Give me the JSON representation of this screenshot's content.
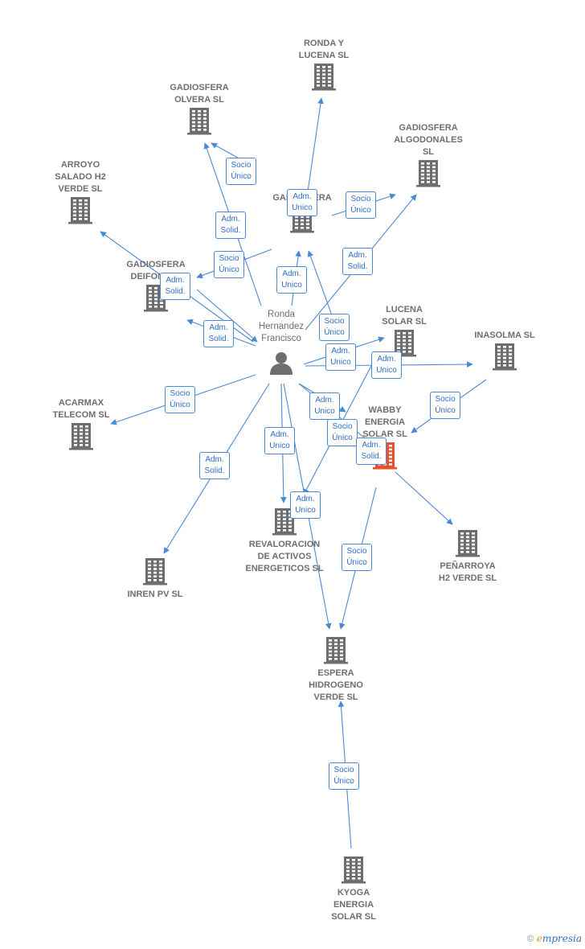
{
  "person": {
    "name": "Ronda\nHernandez\nFrancisco"
  },
  "companies": [
    {
      "id": "ronda_lucena",
      "label": "RONDA Y\nLUCENA SL",
      "highlight": false
    },
    {
      "id": "gadiosfera_olvera",
      "label": "GADIOSFERA\nOLVERA  SL",
      "highlight": false
    },
    {
      "id": "gadiosfera_algodonales",
      "label": "GADIOSFERA\nALGODONALES\nSL",
      "highlight": false
    },
    {
      "id": "arroyo_salado",
      "label": "ARROYO\nSALADO H2\nVERDE  SL",
      "highlight": false
    },
    {
      "id": "gadiosfera_mid",
      "label": "GADIOSFERA",
      "highlight": false
    },
    {
      "id": "gadiosfera_deifontes",
      "label": "GADIOSFERA\nDEIFONTES",
      "highlight": false
    },
    {
      "id": "lucena_solar",
      "label": "LUCENA\nSOLAR SL",
      "highlight": false
    },
    {
      "id": "inasolma",
      "label": "INASOLMA  SL",
      "highlight": false
    },
    {
      "id": "acarmax",
      "label": "ACARMAX\nTELECOM  SL",
      "highlight": false
    },
    {
      "id": "wabby",
      "label": "WABBY\nENERGIA\nSOLAR  SL",
      "highlight": true
    },
    {
      "id": "revaloracion",
      "label": "REVALORACION\nDE ACTIVOS\nENERGETICOS SL",
      "highlight": false
    },
    {
      "id": "penarroya",
      "label": "PEÑARROYA\nH2 VERDE  SL",
      "highlight": false
    },
    {
      "id": "inren",
      "label": "INREN PV  SL",
      "highlight": false
    },
    {
      "id": "espera",
      "label": "ESPERA\nHIDROGENO\nVERDE  SL",
      "highlight": false
    },
    {
      "id": "kyoga",
      "label": "KYOGA\nENERGIA\nSOLAR  SL",
      "highlight": false
    }
  ],
  "edge_labels": [
    "Socio\nÚnico",
    "Adm.\nUnico",
    "Socio\nÚnico",
    "Adm.\nSolid.",
    "Socio\nÚnico",
    "Adm.\nSolid.",
    "Adm.\nUnico",
    "Adm.\nSolid.",
    "Adm.\nSolid.",
    "Socio\nÚnico",
    "Adm.\nUnico",
    "Adm.\nUnico",
    "Socio\nÚnico",
    "Socio\nÚnico",
    "Adm.\nUnico",
    "Socio\nÚnico",
    "Adm.\nSolid.",
    "Adm.\nUnico",
    "Adm.\nSolid.",
    "Adm.\nUnico",
    "Socio\nÚnico",
    "Socio\nÚnico"
  ],
  "colors": {
    "edge": "#4a8ad4",
    "building": "#6e6e6e",
    "highlight": "#e8502a",
    "label": "#6e6e6e"
  },
  "footer": {
    "copyright": "©",
    "brand_e": "e",
    "brand_rest": "mpresia"
  },
  "icons": {
    "company": "building-icon",
    "person": "person-icon"
  }
}
